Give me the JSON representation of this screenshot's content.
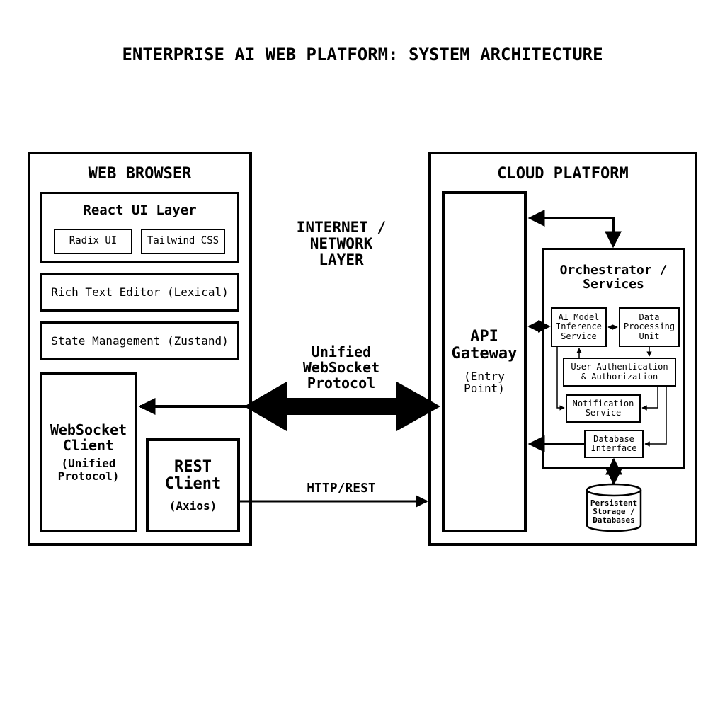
{
  "title": "ENTERPRISE AI WEB PLATFORM: SYSTEM ARCHITECTURE",
  "browser": {
    "heading": "WEB BROWSER",
    "react_layer": {
      "label": "React UI Layer",
      "children": [
        "Radix UI",
        "Tailwind CSS"
      ]
    },
    "rich_text_editor": "Rich Text Editor (Lexical)",
    "state_management": "State Management (Zustand)",
    "websocket_client": {
      "name": "WebSocket\nClient",
      "detail": "(Unified\nProtocol)"
    },
    "rest_client": {
      "name": "REST\nClient",
      "detail": "(Axios)"
    }
  },
  "network": {
    "heading": "INTERNET /\nNETWORK\nLAYER",
    "websocket_label": "Unified\nWebSocket\nProtocol",
    "http_label": "HTTP/REST"
  },
  "cloud": {
    "heading": "CLOUD PLATFORM",
    "api_gateway": {
      "name": "API\nGateway",
      "detail": "(Entry\nPoint)"
    },
    "orchestrator": {
      "heading": "Orchestrator /\nServices",
      "services": {
        "ai_model": "AI Model\nInference\nService",
        "data_processing": "Data\nProcessing\nUnit",
        "auth": "User Authentication\n& Authorization",
        "notification": "Notification\nService",
        "database_interface": "Database\nInterface"
      }
    },
    "storage": "Persistent\nStorage /\nDatabases"
  }
}
